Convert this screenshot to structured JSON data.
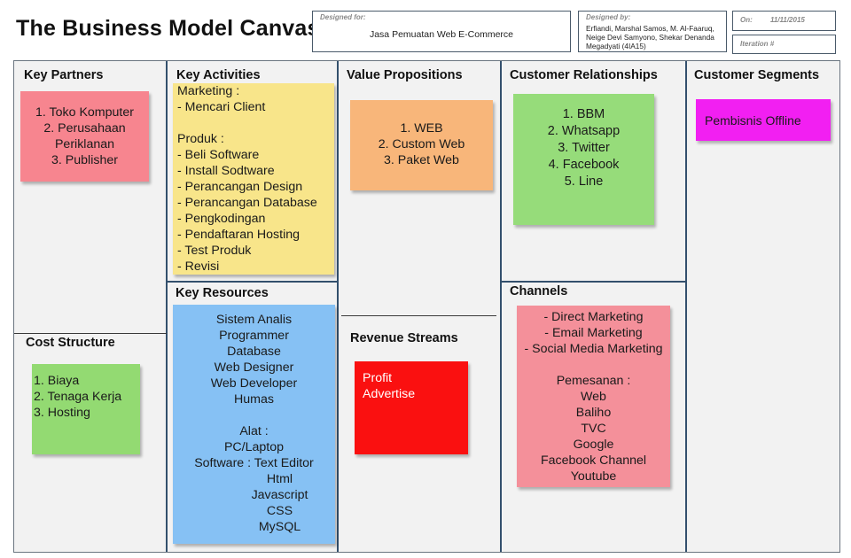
{
  "title": "The Business Model Canvas",
  "designed_for": {
    "label": "Designed for:",
    "value": "Jasa Pemuatan Web E-Commerce"
  },
  "designed_by": {
    "label": "Designed by:",
    "value": "Erfiandi, Marshal Samos, M. Al-Faaruq, Neige Devi Samyono, Shekar Denanda Megadyati (4IA15)"
  },
  "on": {
    "label": "On:",
    "value": "11/11/2015"
  },
  "iteration": {
    "label": "Iteration #",
    "value": ""
  },
  "sections": {
    "key_partners": {
      "title": "Key Partners",
      "color": "#f7858f",
      "lines": [
        "1. Toko Komputer",
        "2. Perusahaan",
        "Periklanan",
        "3. Publisher"
      ]
    },
    "key_activities": {
      "title": "Key Activities",
      "color": "#f8e58a",
      "lines": [
        "Marketing :",
        "- Mencari Client",
        "",
        "Produk :",
        "- Beli Software",
        "- Install Sodtware",
        "- Perancangan Design",
        "- Perancangan Database",
        "- Pengkodingan",
        "- Pendaftaran Hosting",
        "- Test Produk",
        "- Revisi"
      ]
    },
    "key_resources": {
      "title": "Key Resources",
      "color": "#86c1f4",
      "lines": [
        "Sistem Analis",
        "Programmer",
        "Database",
        "Web Designer",
        "Web Developer",
        "Humas",
        "",
        "Alat :",
        "PC/Laptop",
        "Software : Text Editor",
        "Html",
        "Javascript",
        "CSS",
        "MySQL"
      ]
    },
    "value_propositions": {
      "title": "Value Propositions",
      "color": "#f8b67a",
      "lines": [
        "1. WEB",
        "2. Custom Web",
        "3. Paket Web"
      ]
    },
    "customer_relationships": {
      "title": "Customer Relationships",
      "color": "#96dc7a",
      "lines": [
        "1. BBM",
        "2. Whatsapp",
        "3. Twitter",
        "4. Facebook",
        "5. Line"
      ]
    },
    "channels": {
      "title": "Channels",
      "color": "#f4909a",
      "lines": [
        "- Direct Marketing",
        "- Email Marketing",
        "- Social Media Marketing",
        "",
        "Pemesanan :",
        "Web",
        "Baliho",
        "TVC",
        "Google",
        "Facebook Channel",
        "Youtube"
      ]
    },
    "customer_segments": {
      "title": "Customer Segments",
      "color": "#f21ff2",
      "lines": [
        "Pembisnis Offline"
      ]
    },
    "cost_structure": {
      "title": "Cost Structure",
      "color": "#93da72",
      "lines": [
        "1. Biaya",
        "2. Tenaga Kerja",
        "3. Hosting"
      ]
    },
    "revenue_streams": {
      "title": "Revenue Streams",
      "color": "#fa1010",
      "lines": [
        "Profit",
        "Advertise"
      ]
    }
  }
}
